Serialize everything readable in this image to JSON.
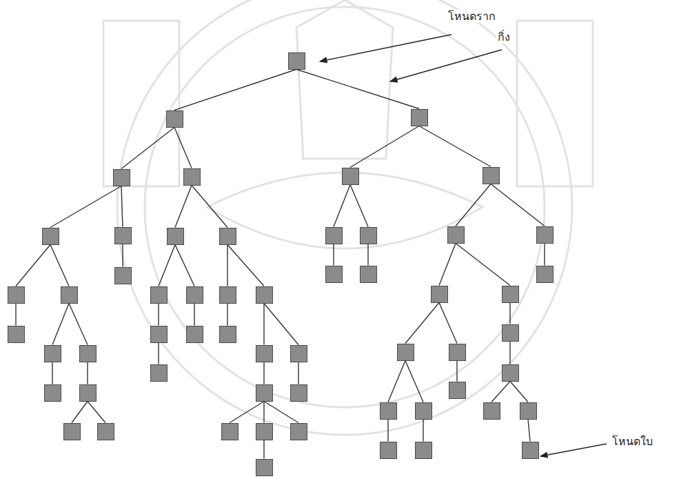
{
  "diagram": {
    "nodes": [
      {
        "text": []
      },
      {
        "text": []
      },
      {
        "text": []
      },
      {
        "text": []
      },
      {
        "text": []
      },
      {
        "text": []
      },
      {
        "text": []
      },
      {
        "text": []
      },
      {
        "text": []
      },
      {
        "text": []
      },
      {
        "text": []
      },
      {
        "text": []
      },
      {
        "text": []
      },
      {
        "text": []
      },
      {
        "text": []
      },
      {
        "text": []
      },
      {
        "text": []
      },
      {
        "text": []
      },
      {
        "text": []
      },
      {
        "text": []
      },
      {
        "text": []
      },
      {
        "text": []
      },
      {
        "text": []
      },
      {
        "text": []
      },
      {
        "text": []
      },
      {
        "text": []
      },
      {
        "text": []
      },
      {
        "text": []
      },
      {
        "text": []
      },
      {
        "text": []
      },
      {
        "text": []
      },
      {
        "text": []
      },
      {
        "text": []
      },
      {
        "text": []
      },
      {
        "text": []
      },
      {
        "text": []
      },
      {
        "text": []
      },
      {
        "text": []
      },
      {
        "text": []
      },
      {
        "text": []
      },
      {
        "text": []
      },
      {
        "text": []
      },
      {
        "text": []
      },
      {
        "text": []
      },
      {
        "text": []
      },
      {
        "text": []
      },
      {
        "text": []
      },
      {
        "text": []
      },
      {
        "text": []
      },
      {
        "text": []
      },
      {
        "text": []
      },
      {
        "text": []
      },
      {
        "text": []
      },
      {
        "text": []
      },
      {
        "text": []
      },
      {
        "text": []
      },
      {
        "text": []
      },
      {
        "text": []
      }
    ],
    "edges": [
      {
        "from": 0,
        "to": 1,
        "arrow": "none"
      },
      {
        "from": 1,
        "to": 2,
        "arrow": "none"
      },
      {
        "from": 2,
        "to": 3,
        "arrow": "none"
      },
      {
        "from": 3,
        "to": 4,
        "arrow": "none"
      },
      {
        "from": 4,
        "to": 5,
        "arrow": "none"
      },
      {
        "from": 3,
        "to": 6,
        "arrow": "none"
      },
      {
        "from": 6,
        "to": 7,
        "arrow": "none"
      },
      {
        "from": 7,
        "to": 8,
        "arrow": "none"
      },
      {
        "from": 6,
        "to": 9,
        "arrow": "none"
      },
      {
        "from": 9,
        "to": 10,
        "arrow": "none"
      },
      {
        "from": 10,
        "to": 11,
        "arrow": "none"
      },
      {
        "from": 10,
        "to": 12,
        "arrow": "none"
      },
      {
        "from": 2,
        "to": 13,
        "arrow": "none"
      },
      {
        "from": 13,
        "to": 14,
        "arrow": "none"
      },
      {
        "from": 1,
        "to": 15,
        "arrow": "none"
      },
      {
        "from": 15,
        "to": 16,
        "arrow": "none"
      },
      {
        "from": 16,
        "to": 17,
        "arrow": "none"
      },
      {
        "from": 17,
        "to": 18,
        "arrow": "none"
      },
      {
        "from": 18,
        "to": 19,
        "arrow": "none"
      },
      {
        "from": 16,
        "to": 20,
        "arrow": "none"
      },
      {
        "from": 20,
        "to": 21,
        "arrow": "none"
      },
      {
        "from": 15,
        "to": 22,
        "arrow": "none"
      },
      {
        "from": 22,
        "to": 23,
        "arrow": "none"
      },
      {
        "from": 23,
        "to": 24,
        "arrow": "none"
      },
      {
        "from": 22,
        "to": 25,
        "arrow": "none"
      },
      {
        "from": 25,
        "to": 26,
        "arrow": "none"
      },
      {
        "from": 26,
        "to": 27,
        "arrow": "none"
      },
      {
        "from": 27,
        "to": 28,
        "arrow": "none"
      },
      {
        "from": 27,
        "to": 29,
        "arrow": "none"
      },
      {
        "from": 29,
        "to": 30,
        "arrow": "none"
      },
      {
        "from": 27,
        "to": 31,
        "arrow": "none"
      },
      {
        "from": 25,
        "to": 32,
        "arrow": "none"
      },
      {
        "from": 32,
        "to": 33,
        "arrow": "none"
      },
      {
        "from": 0,
        "to": 34,
        "arrow": "none"
      },
      {
        "from": 34,
        "to": 35,
        "arrow": "none"
      },
      {
        "from": 35,
        "to": 36,
        "arrow": "none"
      },
      {
        "from": 36,
        "to": 37,
        "arrow": "none"
      },
      {
        "from": 35,
        "to": 38,
        "arrow": "none"
      },
      {
        "from": 38,
        "to": 39,
        "arrow": "none"
      },
      {
        "from": 34,
        "to": 40,
        "arrow": "none"
      },
      {
        "from": 40,
        "to": 41,
        "arrow": "none"
      },
      {
        "from": 41,
        "to": 42,
        "arrow": "none"
      },
      {
        "from": 42,
        "to": 43,
        "arrow": "none"
      },
      {
        "from": 43,
        "to": 44,
        "arrow": "none"
      },
      {
        "from": 44,
        "to": 45,
        "arrow": "none"
      },
      {
        "from": 43,
        "to": 46,
        "arrow": "none"
      },
      {
        "from": 46,
        "to": 47,
        "arrow": "none"
      },
      {
        "from": 42,
        "to": 48,
        "arrow": "none"
      },
      {
        "from": 48,
        "to": 49,
        "arrow": "none"
      },
      {
        "from": 41,
        "to": 50,
        "arrow": "none"
      },
      {
        "from": 50,
        "to": 51,
        "arrow": "none"
      },
      {
        "from": 51,
        "to": 52,
        "arrow": "none"
      },
      {
        "from": 52,
        "to": 53,
        "arrow": "none"
      },
      {
        "from": 52,
        "to": 54,
        "arrow": "none"
      },
      {
        "from": 54,
        "to": 55,
        "arrow": "none"
      },
      {
        "from": 40,
        "to": 56,
        "arrow": "none"
      },
      {
        "from": 56,
        "to": 57,
        "arrow": "none"
      }
    ],
    "labels": [
      "โหนดราก",
      "กิ่ง",
      "โหนดใบ"
    ]
  }
}
